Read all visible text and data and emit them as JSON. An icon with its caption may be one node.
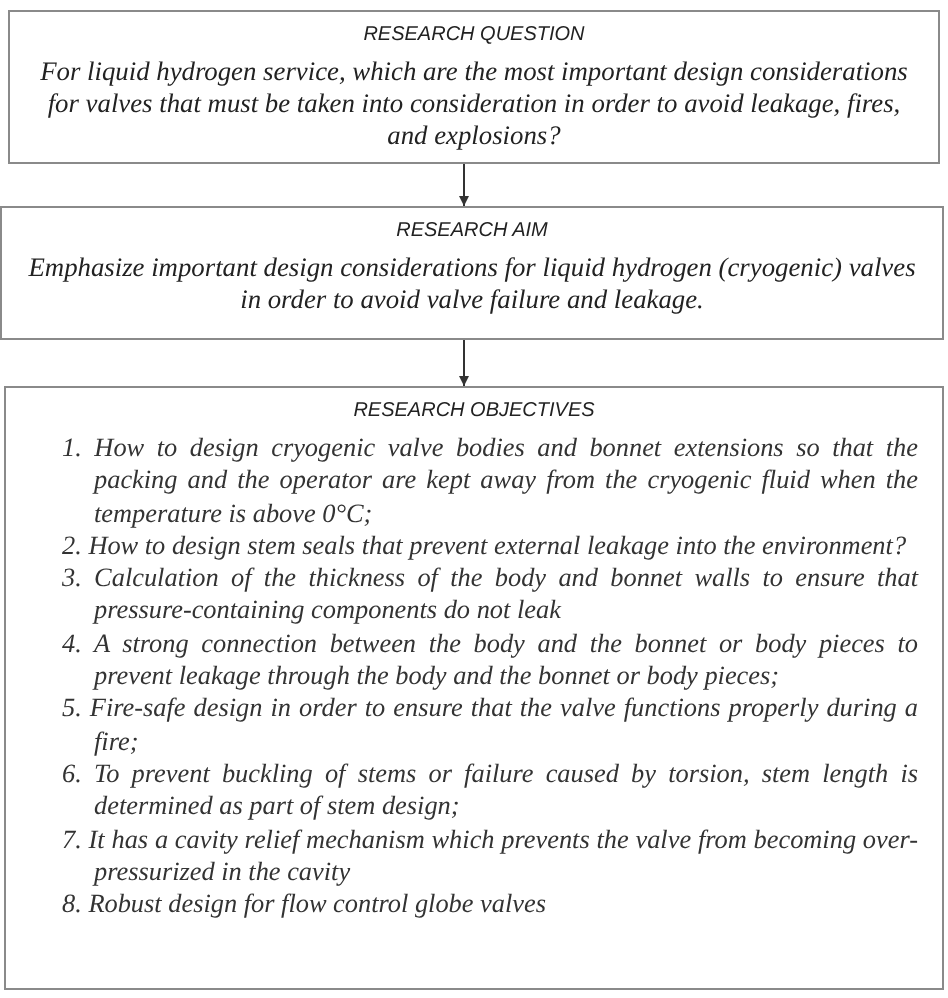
{
  "diagram": {
    "nodes": [
      {
        "text": [
          "RESEARCH QUESTION",
          "For liquid hydrogen service, which are the most important design considerations for valves that must be taken into consideration in order to avoid leakage, fires, and explosions?"
        ]
      },
      {
        "text": [
          "RESEARCH AIM",
          "Emphasize important design considerations for liquid hydrogen (cryogenic) valves in order to avoid valve failure and leakage."
        ]
      },
      {
        "text": [
          "RESEARCH OBJECTIVES",
          "1. How to design cryogenic valve bodies and bonnet extensions so that the packing and the operator are kept away from the cryogenic fluid when the temperature is above 0°C;",
          "2. How to design stem seals that prevent external leakage into the environment?",
          "3. Calculation of the thickness of the body and bonnet walls to ensure that pressure-containing components do not leak",
          "4. A strong connection between the body and the bonnet or body pieces to prevent leakage through the body and the bonnet or body pieces;",
          "5. Fire-safe design in order to ensure that the valve functions properly during a fire;",
          "6. To prevent buckling of stems or failure caused by torsion, stem length is determined as part of stem design;",
          "7. It has a cavity relief mechanism which prevents the valve from becoming over-pressurized in the cavity",
          "8. Robust design for flow control globe valves"
        ]
      }
    ],
    "edges": [
      {
        "from": 0,
        "to": 1,
        "arrow": "to"
      },
      {
        "from": 1,
        "to": 2,
        "arrow": "to"
      }
    ]
  }
}
